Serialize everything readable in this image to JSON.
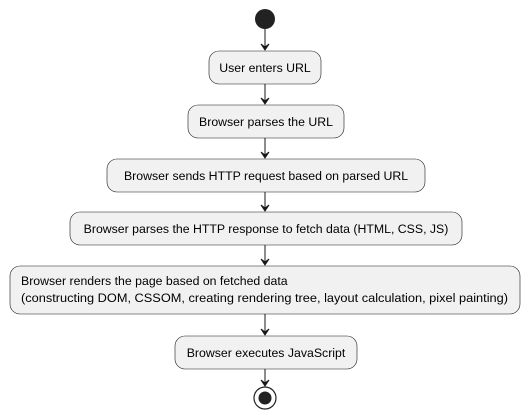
{
  "diagram": {
    "type": "activity",
    "start": "start-node",
    "end": "end-node",
    "steps": [
      {
        "lines": [
          "User enters URL"
        ]
      },
      {
        "lines": [
          "Browser parses the URL"
        ]
      },
      {
        "lines": [
          "Browser sends HTTP request based on parsed URL"
        ]
      },
      {
        "lines": [
          "Browser parses the HTTP response to fetch data (HTML, CSS, JS)"
        ]
      },
      {
        "lines": [
          "Browser renders the page based on fetched data",
          "(constructing DOM, CSSOM, creating rendering tree, layout calculation, pixel painting)"
        ]
      },
      {
        "lines": [
          "Browser executes JavaScript"
        ]
      }
    ],
    "colors": {
      "node_fill": "#f1f1f1",
      "stroke": "#181818",
      "text": "#000000"
    }
  }
}
